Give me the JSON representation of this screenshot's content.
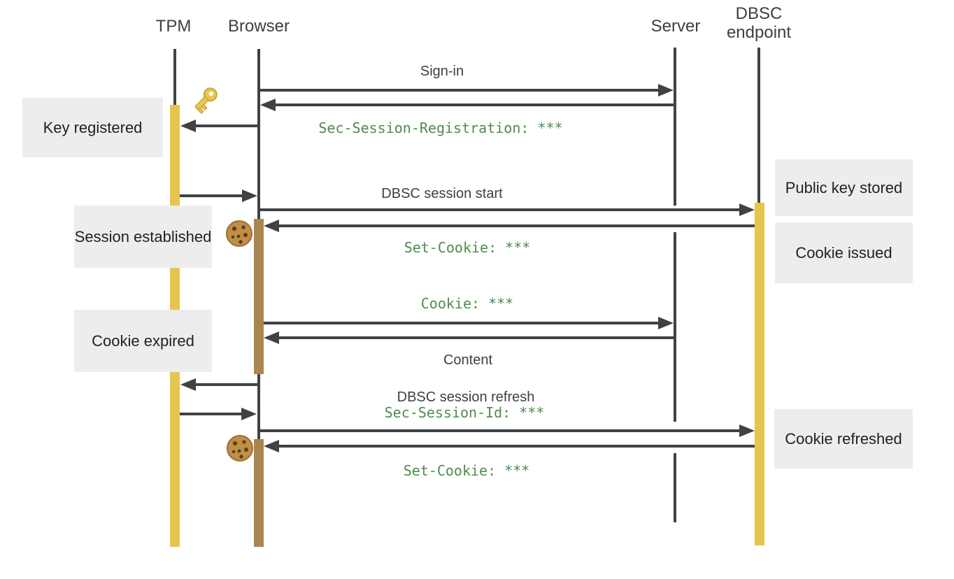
{
  "diagram": {
    "title_hint": "DBSC sequence diagram",
    "actors": [
      {
        "label": "TPM"
      },
      {
        "label": "Browser"
      },
      {
        "label": "Server"
      },
      {
        "label": "DBSC endpoint"
      }
    ],
    "messages": {
      "sign_in": "Sign-in",
      "dbsc_session_start": "DBSC session start",
      "content": "Content",
      "dbsc_session_refresh": "DBSC session refresh"
    },
    "code_annotations": {
      "sec_session_registration": "Sec-Session-Registration: ***",
      "set_cookie_1": "Set-Cookie: ***",
      "cookie": "Cookie: ***",
      "sec_session_id": "Sec-Session-Id: ***",
      "set_cookie_2": "Set-Cookie: ***"
    },
    "notes": {
      "key_registered": "Key registered",
      "session_established": "Session established",
      "cookie_expired": "Cookie expired",
      "public_key_stored": "Public key stored",
      "cookie_issued": "Cookie issued",
      "cookie_refreshed": "Cookie refreshed"
    },
    "icons": {
      "key": "key-icon",
      "cookie_1": "cookie-icon",
      "cookie_2": "cookie-icon"
    },
    "colors": {
      "line": "#3f4245",
      "activation_gold": "#e5c54d",
      "activation_brown": "#aa854d",
      "note_background": "#ededed",
      "note_text": "#202124",
      "label_text": "#3c4043",
      "code_green": "#4f8b4f"
    }
  }
}
